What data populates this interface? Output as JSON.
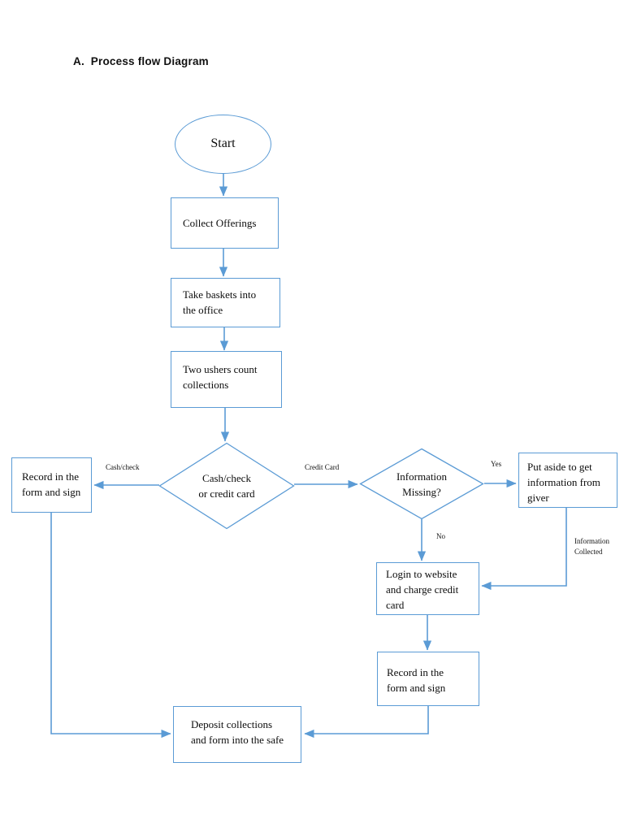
{
  "page": {
    "title": "A.  Process flow Diagram",
    "background_color": "#FFFFFF",
    "line_color": "#5B9BD5",
    "text_color": "#0D0D0D"
  },
  "diagram": {
    "nodes": [
      {
        "id": "start",
        "shape": "ellipse",
        "label": "Start"
      },
      {
        "id": "collect",
        "shape": "process",
        "label": "Collect Offerings"
      },
      {
        "id": "baskets",
        "shape": "process",
        "label": "Take baskets into\nthe office"
      },
      {
        "id": "count",
        "shape": "process",
        "label": "Two ushers count\ncollections"
      },
      {
        "id": "cash-or-credit",
        "shape": "decision",
        "label": "Cash/check\nor credit card"
      },
      {
        "id": "record-left",
        "shape": "process",
        "label": "Record in the\nform and sign"
      },
      {
        "id": "info-missing",
        "shape": "decision",
        "label": "Information\nMissing?"
      },
      {
        "id": "put-aside",
        "shape": "process",
        "label": "Put aside to get\ninformation from\ngiver"
      },
      {
        "id": "login-charge",
        "shape": "process",
        "label": "Login to website\nand charge credit\ncard"
      },
      {
        "id": "record-right",
        "shape": "process",
        "label": "Record in the\nform and sign"
      },
      {
        "id": "deposit",
        "shape": "process",
        "label": "Deposit collections\nand form into the safe"
      }
    ],
    "edge_labels": [
      {
        "id": "cash-check",
        "label": "Cash/check"
      },
      {
        "id": "credit-card",
        "label": "Credit Card"
      },
      {
        "id": "yes",
        "label": "Yes"
      },
      {
        "id": "no",
        "label": "No"
      },
      {
        "id": "information-collected",
        "label": "Information\nCollected"
      }
    ]
  }
}
